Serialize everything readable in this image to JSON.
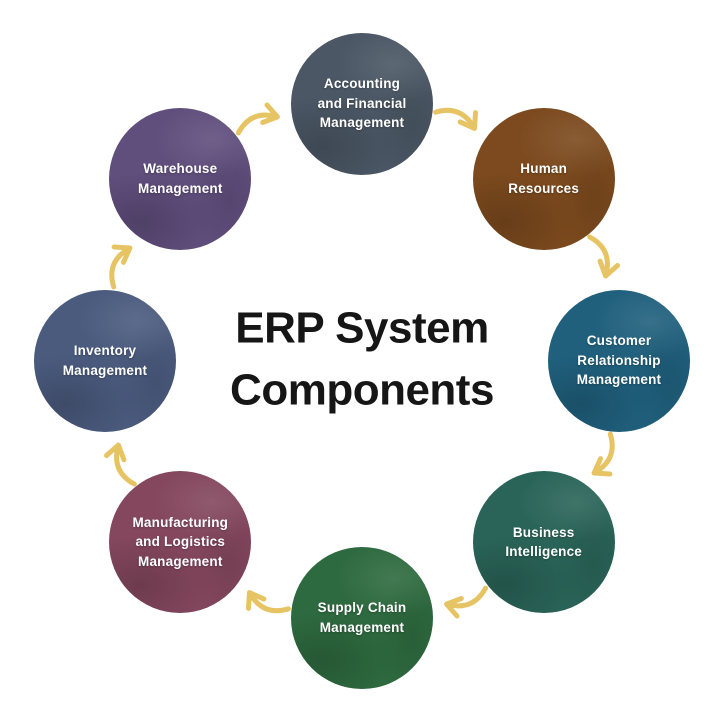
{
  "title": {
    "line1": "ERP System",
    "line2": "Components",
    "color": "#161616"
  },
  "diagram": {
    "flow_direction": "clockwise",
    "background_color": "#ffffff",
    "arrow_color": "#e7c463",
    "label_color": "#ffffff",
    "nodes": [
      {
        "label": "Accounting and Financial Management",
        "lines": [
          "Accounting",
          "and Financial",
          "Management"
        ],
        "color": "#4b5765",
        "position": "top"
      },
      {
        "label": "Human Resources",
        "lines": [
          "Human",
          "Resources"
        ],
        "color": "#7c4a1e",
        "position": "top-right"
      },
      {
        "label": "Customer Relationship Management",
        "lines": [
          "Customer",
          "Relationship",
          "Management"
        ],
        "color": "#20607d",
        "position": "right"
      },
      {
        "label": "Business Intelligence",
        "lines": [
          "Business",
          "Intelligence"
        ],
        "color": "#2a6458",
        "position": "bottom-right"
      },
      {
        "label": "Supply Chain Management",
        "lines": [
          "Supply Chain",
          "Management"
        ],
        "color": "#2e6a3f",
        "position": "bottom"
      },
      {
        "label": "Manufacturing and Logistics Management",
        "lines": [
          "Manufacturing",
          "and Logistics",
          "Management"
        ],
        "color": "#84475e",
        "position": "bottom-left"
      },
      {
        "label": "Inventory Management",
        "lines": [
          "Inventory",
          "Management"
        ],
        "color": "#4b5b7e",
        "position": "left"
      },
      {
        "label": "Warehouse Management",
        "lines": [
          "Warehouse",
          "Management"
        ],
        "color": "#604e7c",
        "position": "top-left"
      }
    ]
  }
}
